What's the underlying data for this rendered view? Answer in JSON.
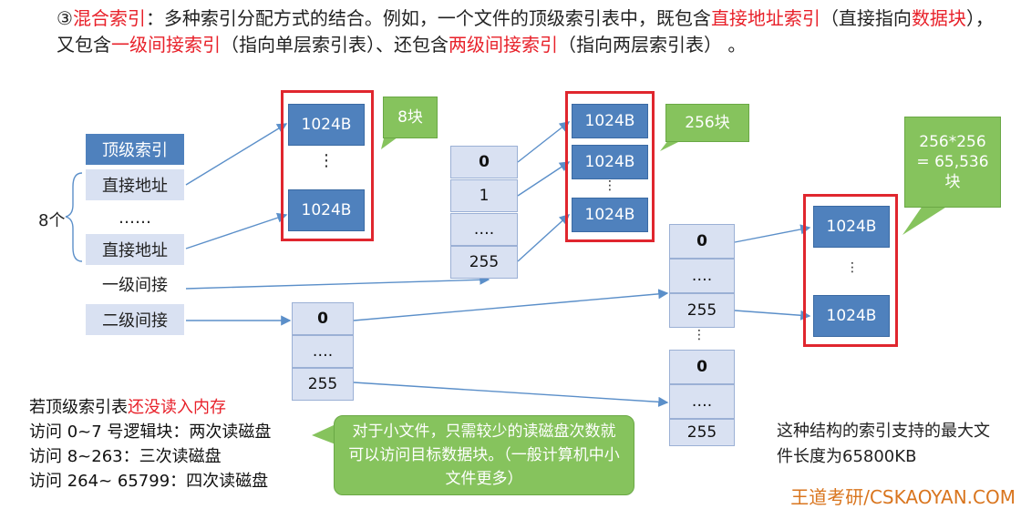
{
  "intro": {
    "prefix": "③",
    "term": "混合索引",
    "t1": "：多种索引分配方式的结合。例如，一个文件的顶级索引表中，既包含",
    "direct": "直接地址索引",
    "t2": "（直接指向",
    "datablock": "数据块",
    "t3": "），又包含",
    "level1": "一级间接索引",
    "t4": "（指向单层索引表）、还包含",
    "level2": "两级间接索引",
    "t5": "（指向两层索引表） 。"
  },
  "top_table": {
    "header": "顶级索引",
    "rows": [
      "直接地址",
      "……",
      "直接地址",
      "一级间接",
      "二级间接"
    ],
    "brace_label": "8个"
  },
  "blocks": {
    "size_label": "1024B",
    "dots": "⋮"
  },
  "single_index": {
    "cells": [
      "0",
      "1",
      "….",
      "255"
    ]
  },
  "double_index_l1": {
    "cells": [
      "0",
      "….",
      "255"
    ]
  },
  "double_index_l2a": {
    "cells": [
      "0",
      "….",
      "255"
    ]
  },
  "double_index_l2b": {
    "cells": [
      "0",
      "….",
      "255"
    ]
  },
  "callouts": {
    "c1": "8块",
    "c2": "256块",
    "c3": "256*256\n= 65,536\n块",
    "small_file": "对于小文件，只需较少的读磁盘次数就可以访问目标数据块。（一般计算机中小文件更多）"
  },
  "bottom_left": {
    "line1_a": "若顶级索引表",
    "line1_b": "还没读入内存",
    "line2": "访问 0~7 号逻辑块：两次读磁盘",
    "line3": "访问 8~263：三次读磁盘",
    "line4": "访问 264~ 65799：四次读磁盘"
  },
  "bottom_right": "这种结构的索引支持的最大文件长度为65800KB",
  "watermark": "王道考研/CSKAOYAN.COM",
  "colors": {
    "accent_red": "#e0262e",
    "block_blue": "#4f81bd",
    "cell_light": "#d9e1f2",
    "callout_green": "#86c35d",
    "arrow": "#5b8fc9"
  }
}
